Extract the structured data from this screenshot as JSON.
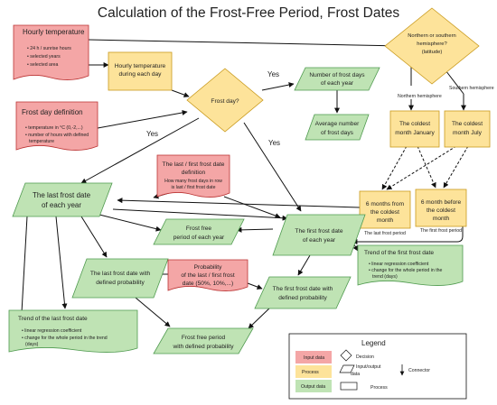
{
  "title": "Calculation of the Frost-Free Period, Frost Dates",
  "nodes": {
    "hourly_temp": {
      "title": "Hourly temperature",
      "bullets": [
        "24 h / sunrise hours",
        "selected years",
        "selected area"
      ]
    },
    "hourly_each_day": {
      "label": "Hourly temperature during each day"
    },
    "frost_day": {
      "label": "Frost day?"
    },
    "hemisphere": {
      "label": "Northern or southern hemisphere? (latitude)"
    },
    "northern_label": "Northern hemisphere",
    "southern_label": "Southern hemisphere",
    "coldest_jan": {
      "label": "The coldest month January"
    },
    "coldest_jul": {
      "label": "The coldest month July"
    },
    "num_frost_days": {
      "label": "Number of frost days of each year"
    },
    "avg_frost_days": {
      "label": "Average number of frost days"
    },
    "frost_def": {
      "title": "Frost day definition",
      "bullets": [
        "temperature in °C (0,-2,...)",
        "number of hours with defined temperature"
      ]
    },
    "last_first_def": {
      "title": "The last / first frost date definition",
      "sub": "How many frost days in row is last / first frost date"
    },
    "six_from": {
      "label": "6 months from the coldest month",
      "caption": "The last frost period"
    },
    "six_before": {
      "label": "6 month before the coldest month",
      "caption": "The first frost period"
    },
    "last_frost": {
      "label": "The last frost date of each year"
    },
    "ffp_year": {
      "label": "Frost free period of each year"
    },
    "first_frost": {
      "label": "The first frost date of each year"
    },
    "trend_first": {
      "title": "Trend of the first frost date",
      "bullets": [
        "linear regression coefficient",
        "change for the whole period in the trend (days)"
      ]
    },
    "last_prob": {
      "label": "The last frost date with defined probability"
    },
    "probability": {
      "label": "Probability of the last / first frost date (50%, 10%,...)"
    },
    "first_prob": {
      "label": "The first frost date with defined probability"
    },
    "trend_last": {
      "title": "Trend of the last frost date",
      "bullets": [
        "linear regression coefficient",
        "change for the whole period in the trend (days)"
      ]
    },
    "ffp_prob": {
      "label": "Frost free period with defined probability"
    }
  },
  "edge_labels": {
    "yes1": "Yes",
    "yes2": "Yes",
    "yes3": "Yes"
  },
  "legend": {
    "title": "Legend",
    "input": "Input data",
    "process": "Process",
    "output": "Output data",
    "decision": "Decision",
    "io": "Input/output data",
    "connector": "Connector",
    "process_shape": "Process"
  },
  "colors": {
    "input": "#f4a6a6",
    "process": "#fde39a",
    "output": "#bfe3b4"
  }
}
